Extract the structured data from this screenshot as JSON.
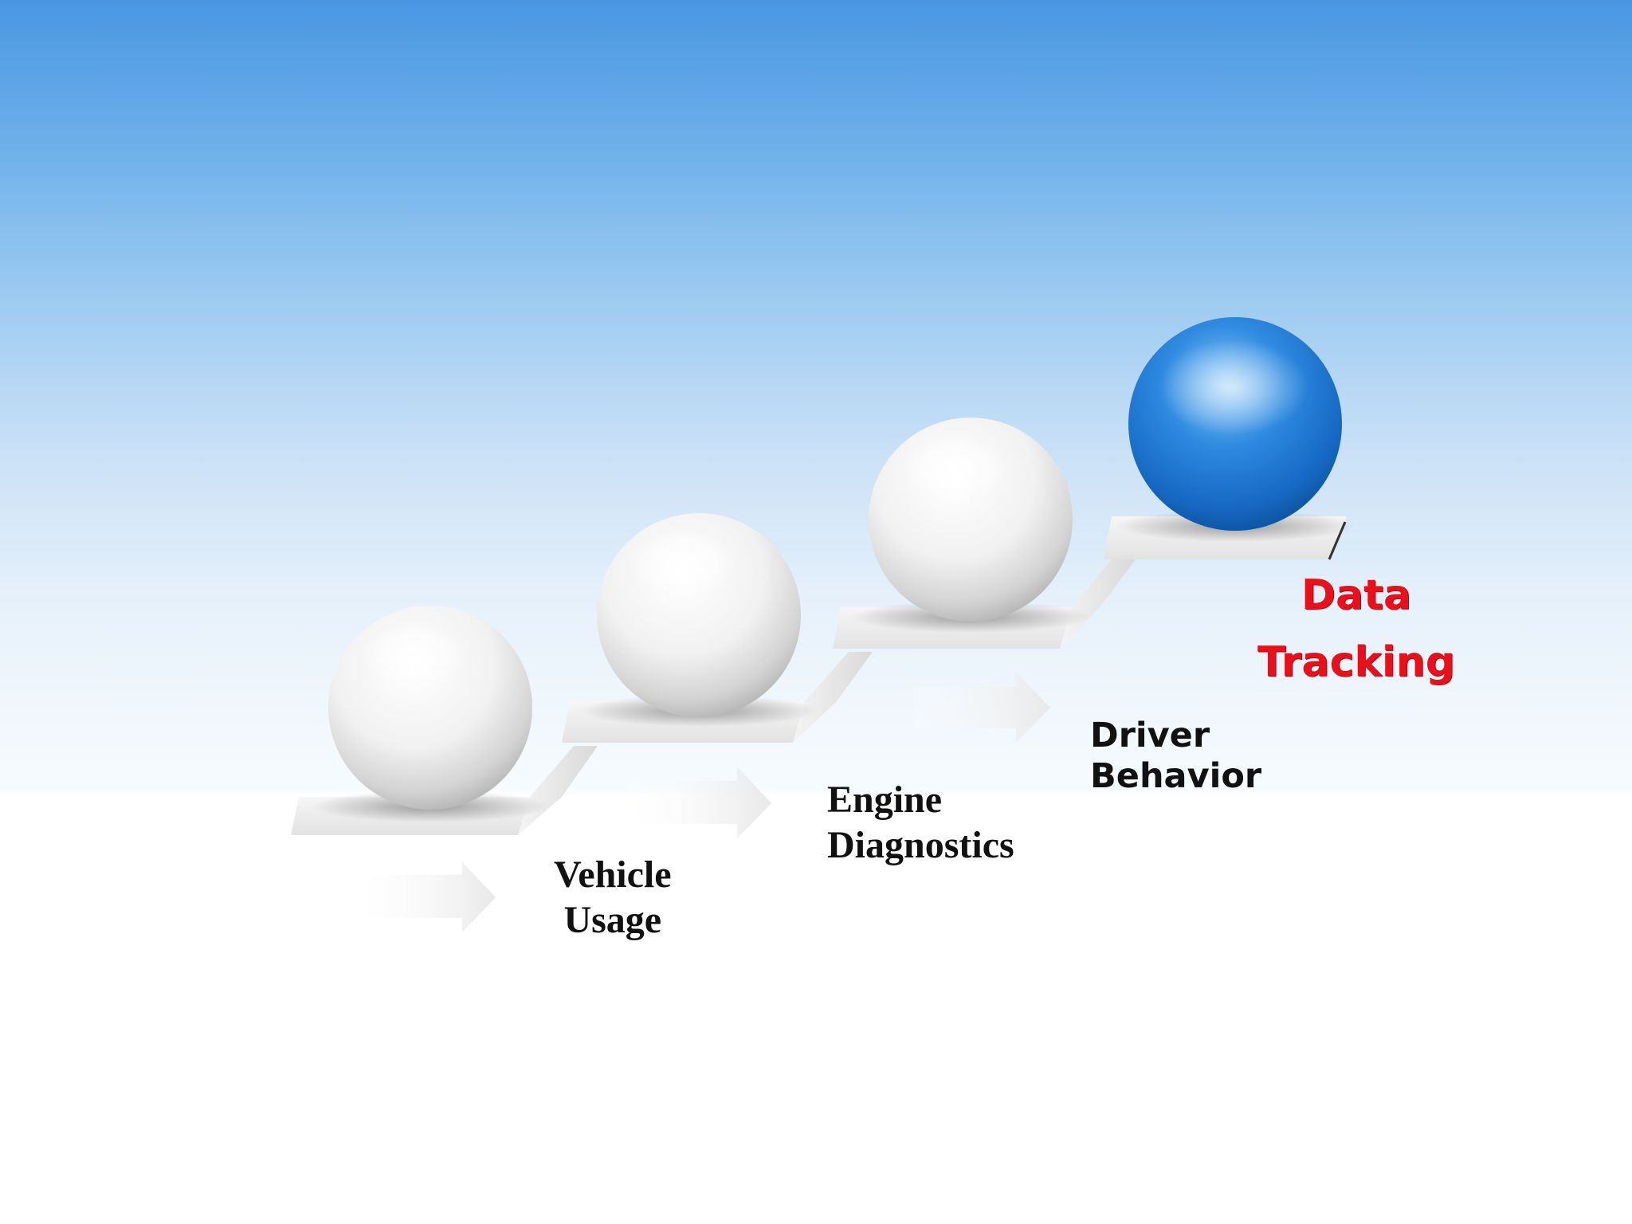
{
  "steps": [
    {
      "line1": "Vehicle",
      "line2": "Usage",
      "sphere_color": "white"
    },
    {
      "line1": "Engine",
      "line2": "Diagnostics",
      "sphere_color": "white"
    },
    {
      "line1": "Driver",
      "line2": "Behavior",
      "sphere_color": "white"
    },
    {
      "line1": "Data",
      "line2": "Tracking",
      "sphere_color": "blue"
    }
  ],
  "colors": {
    "sky_top": "#4a96e2",
    "highlight_sphere": "#1f78d0",
    "final_label": "#e8101a",
    "step_label": "#111111"
  }
}
